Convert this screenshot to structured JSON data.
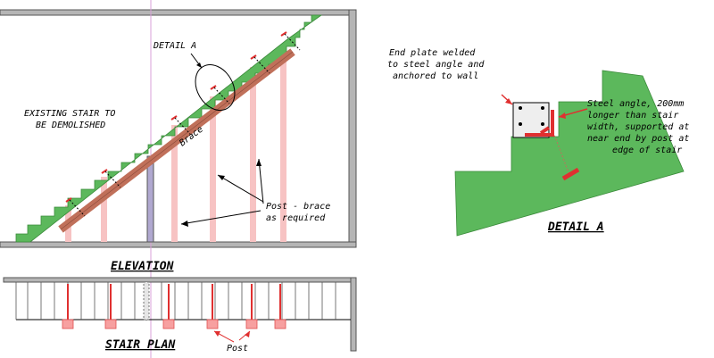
{
  "elevation": {
    "title": "ELEVATION",
    "existing_stair_line1": "EXISTING STAIR TO",
    "existing_stair_line2": "BE DEMOLISHED",
    "detail_label": "DETAIL A",
    "brace_label": "Brace",
    "post_label_line1": "Post - brace",
    "post_label_line2": "as required"
  },
  "plan": {
    "title": "STAIR PLAN",
    "post_label": "Post"
  },
  "detail": {
    "title": "DETAIL A",
    "end_plate_line1": "End plate welded",
    "end_plate_line2": "to steel angle and",
    "end_plate_line3": "anchored to wall",
    "angle_line1": "Steel angle, 200mm",
    "angle_line2": "longer than stair",
    "angle_line3": "width, supported at",
    "angle_line4": "near end by post at",
    "angle_line5": "edge of stair"
  },
  "colors": {
    "stair_green": "#5cb85c",
    "wall_grey": "#b0b0b0",
    "brace_brown": "#c0705a",
    "post_pink": "#f7c0c0",
    "post_red": "#e03030",
    "angle_red": "#e03030"
  }
}
